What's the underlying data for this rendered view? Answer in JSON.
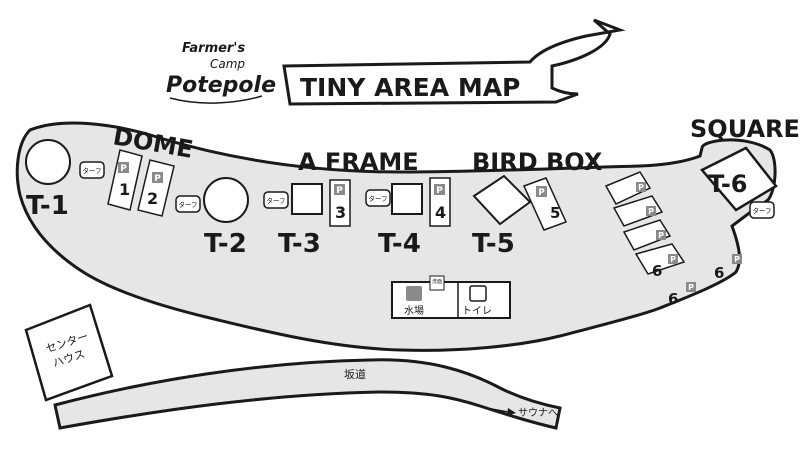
{
  "logo": {
    "line1": "Farmer's",
    "line2": "Camp",
    "line3": "Potepole"
  },
  "banner": {
    "title": "TINY AREA MAP"
  },
  "areas": {
    "dome": "DOME",
    "a_frame": "A FRAME",
    "bird_box": "BIRD BOX",
    "square": "SQUARE"
  },
  "sites": {
    "t1": "T-1",
    "t2": "T-2",
    "t3": "T-3",
    "t4": "T-4",
    "t5": "T-5",
    "t6": "T-6"
  },
  "tarp_label": "ターフ",
  "parking_symbol": "P",
  "parking_numbers": {
    "p1": "1",
    "p2": "2",
    "p3": "3",
    "p4": "4",
    "p5": "5",
    "p6a": "6",
    "p6b": "6",
    "p6c": "6"
  },
  "facilities": {
    "water": "水場",
    "toilet": "トイレ",
    "washroom": "洗面",
    "center_house_line1": "センター",
    "center_house_line2": "ハウス"
  },
  "roads": {
    "slope": "坂道",
    "sauna": "サウナへ"
  },
  "colors": {
    "ground": "#e6e6e6",
    "outline": "#1a1a1a",
    "paper": "#ffffff",
    "parking_box": "#8a8a8a"
  }
}
